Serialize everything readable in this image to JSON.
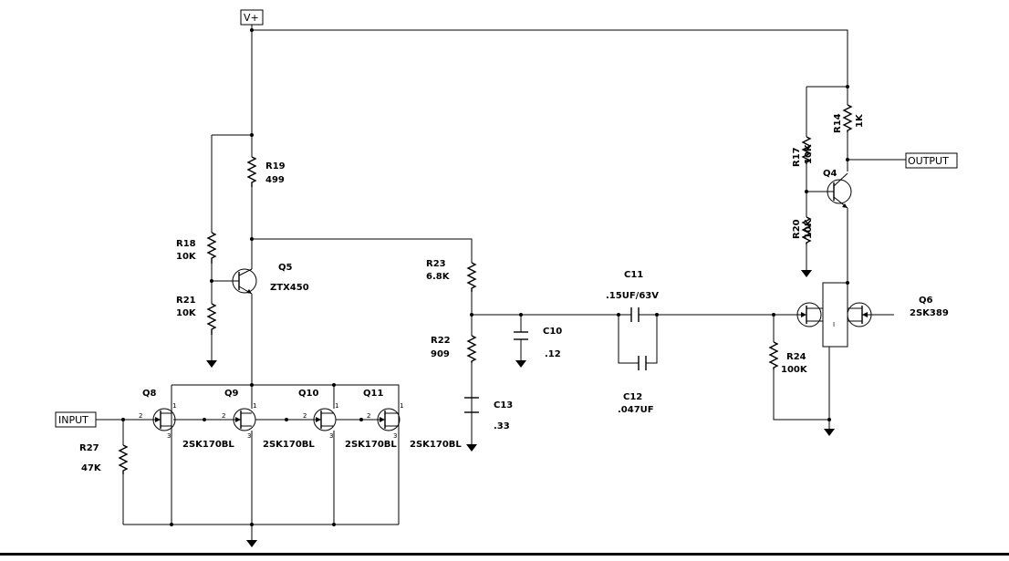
{
  "ports": {
    "vplus": "V+",
    "input": "INPUT",
    "output": "OUTPUT"
  },
  "components": {
    "r19": {
      "ref": "R19",
      "value": "499"
    },
    "r18": {
      "ref": "R18",
      "value": "10K"
    },
    "r21": {
      "ref": "R21",
      "value": "10K"
    },
    "q5": {
      "ref": "Q5",
      "value": "ZTX450"
    },
    "q8": {
      "ref": "Q8",
      "value": ""
    },
    "q9": {
      "ref": "Q9",
      "value": "2SK170BL"
    },
    "q10": {
      "ref": "Q10",
      "value": "2SK170BL"
    },
    "q11": {
      "ref": "Q11",
      "value": "2SK170BL"
    },
    "q11b": {
      "value": "2SK170BL"
    },
    "r27": {
      "ref": "R27",
      "value": "47K"
    },
    "r23": {
      "ref": "R23",
      "value": "6.8K"
    },
    "r22": {
      "ref": "R22",
      "value": "909"
    },
    "c13": {
      "ref": "C13",
      "value": ".33"
    },
    "c10": {
      "ref": "C10",
      "value": ".12"
    },
    "c11": {
      "ref": "C11",
      "value": ".15UF/63V"
    },
    "c12": {
      "ref": "C12",
      "value": ".047UF"
    },
    "r24": {
      "ref": "R24",
      "value": "100K"
    },
    "q6": {
      "ref": "Q6",
      "value": "2SK389"
    },
    "r17": {
      "ref": "R17",
      "value": "10K"
    },
    "r20": {
      "ref": "R20",
      "value": "10K"
    },
    "r14": {
      "ref": "R14",
      "value": "1K"
    },
    "q4": {
      "ref": "Q4"
    }
  },
  "pins": {
    "one": "1",
    "two": "2",
    "three": "3",
    "inner": "I"
  }
}
